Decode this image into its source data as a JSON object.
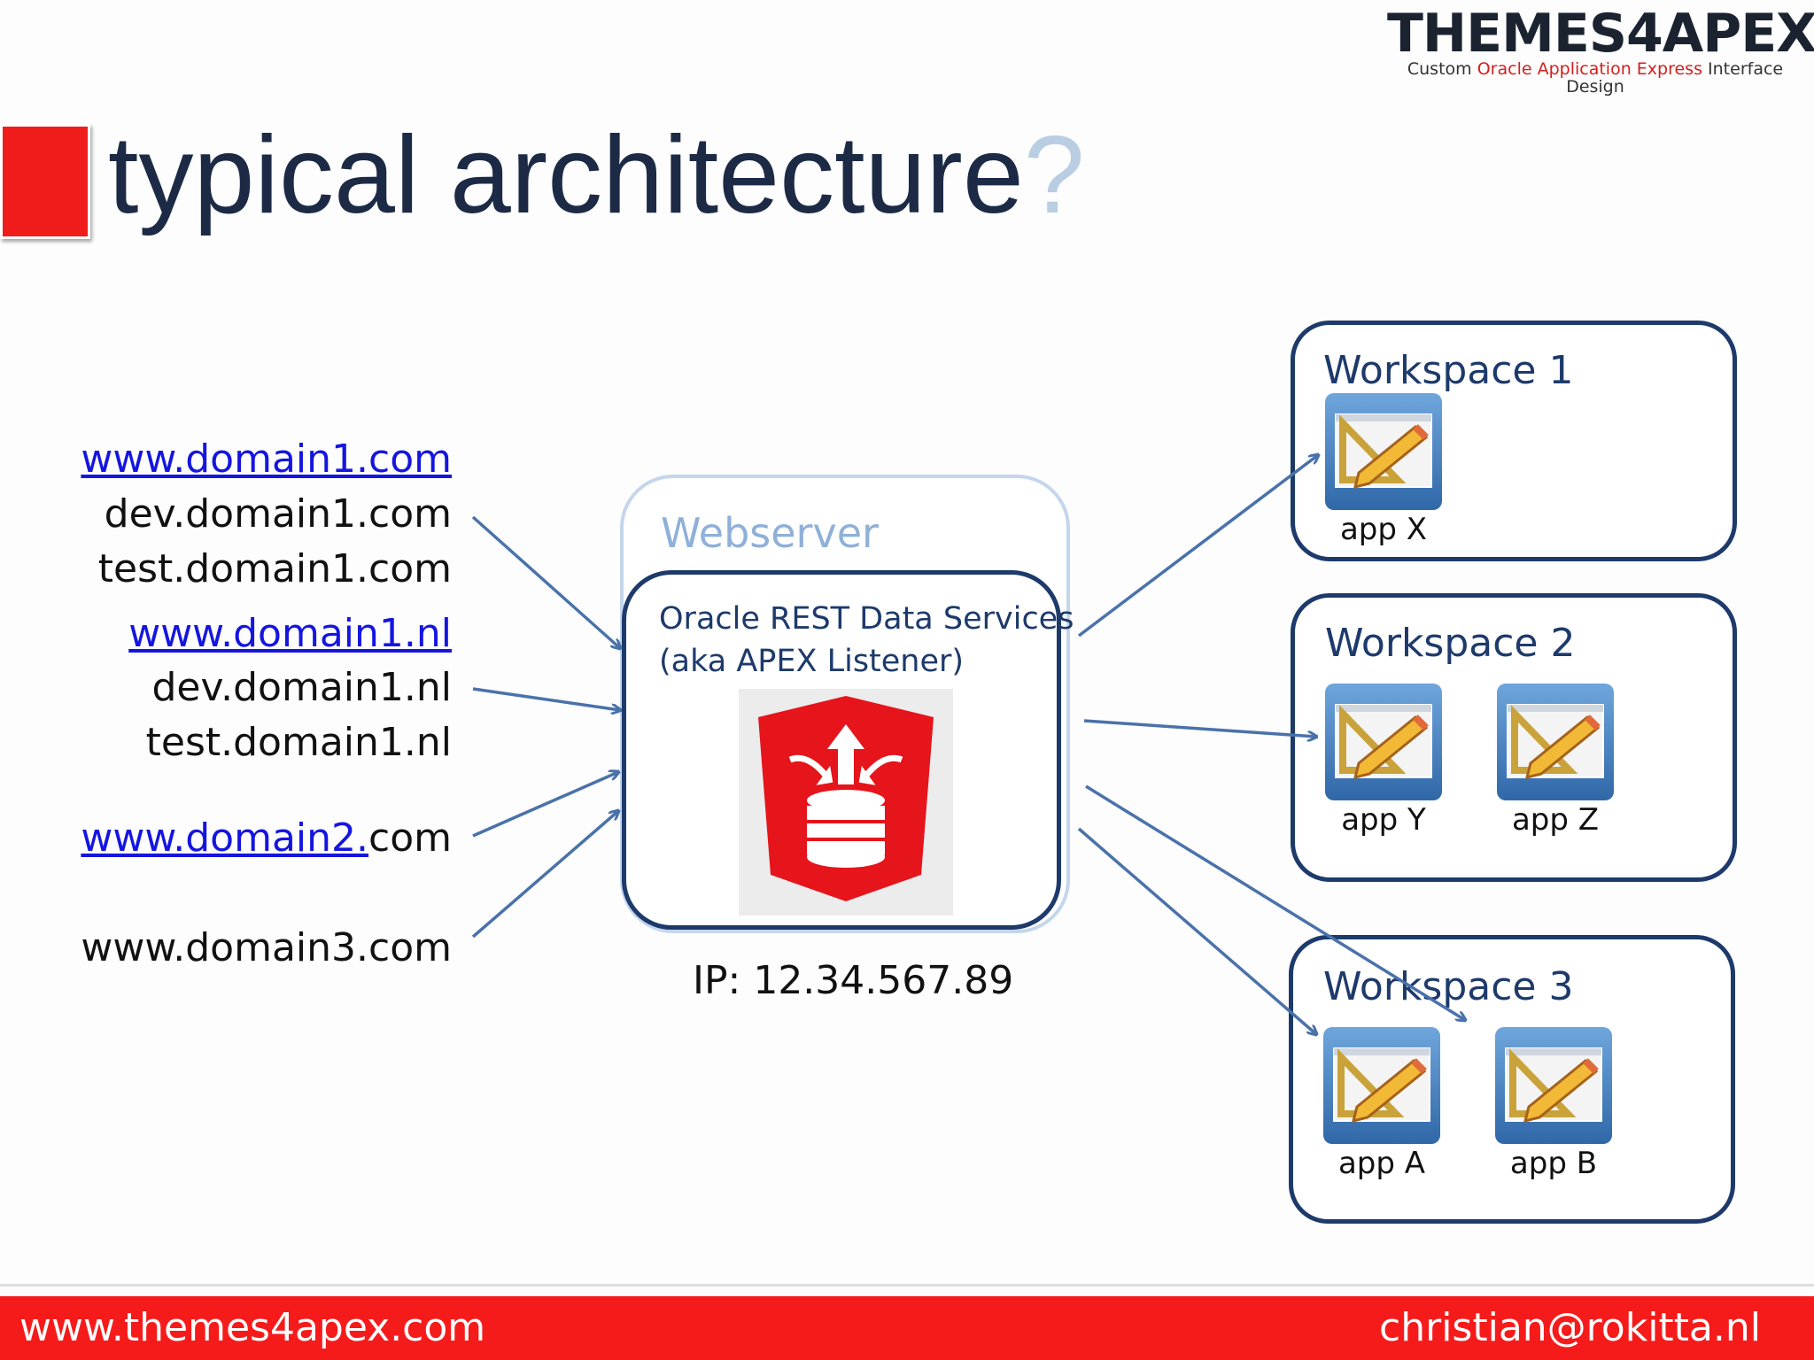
{
  "logo": {
    "name": "THEMES4APEX",
    "tagline_prefix": "Custom",
    "tagline_highlight": "Oracle Application Express",
    "tagline_suffix": "Interface Design"
  },
  "title": {
    "text": "typical architecture",
    "question_mark": "?"
  },
  "domains": [
    {
      "text": "www.domain1.com",
      "link": true
    },
    {
      "text": "dev.domain1.com",
      "link": false
    },
    {
      "text": "test.domain1.com",
      "link": false
    },
    {
      "text": "www.domain1.nl",
      "link": true
    },
    {
      "text": "dev.domain1.nl",
      "link": false
    },
    {
      "text": "test.domain1.nl",
      "link": false
    },
    {
      "link_part": "www.domain2.",
      "plain_part": "com"
    },
    {
      "text": "www.domain3.com",
      "link": false
    }
  ],
  "webserver": {
    "label": "Webserver",
    "ords_line1": "Oracle REST Data Services",
    "ords_line2": "(aka APEX Listener)",
    "ip": "IP: 12.34.567.89"
  },
  "workspaces": [
    {
      "title": "Workspace 1",
      "apps": [
        "app X"
      ]
    },
    {
      "title": "Workspace 2",
      "apps": [
        "app Y",
        "app Z"
      ]
    },
    {
      "title": "Workspace 3",
      "apps": [
        "app A",
        "app B"
      ]
    }
  ],
  "colors": {
    "accent_red": "#f01c1c",
    "navy": "#1d3a6b",
    "arrow": "#4a72aa",
    "link": "#1515e0"
  },
  "footer": {
    "left": "www.themes4apex.com",
    "right": "christian@rokitta.nl"
  }
}
